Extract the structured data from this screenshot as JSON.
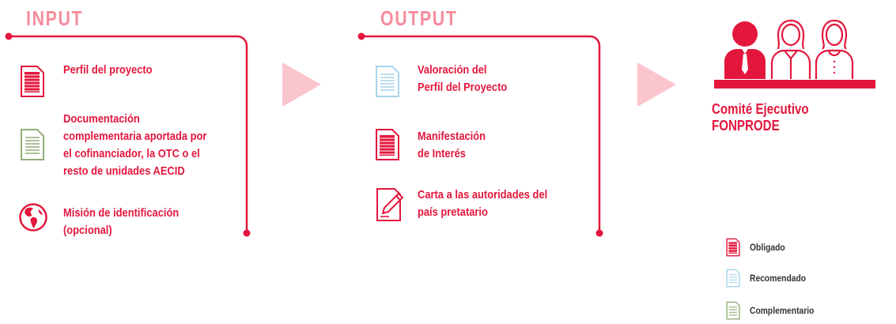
{
  "colors": {
    "accent": "#e3173d",
    "title": "#f58c9c",
    "arrow": "#fbc5ce",
    "recommended": "#a9d4ec",
    "complementary": "#93ad78"
  },
  "input": {
    "title": "INPUT",
    "items": [
      {
        "icon": "document-icon",
        "status": "obligado",
        "lines": [
          "Perfil del proyecto"
        ]
      },
      {
        "icon": "document-icon",
        "status": "complementario",
        "lines": [
          "Documentación",
          "complementaria aportada por",
          "el cofinanciador, la OTC o el",
          "resto de unidades AECID"
        ]
      },
      {
        "icon": "globe-icon",
        "status": "opcional",
        "lines": [
          "Misión de identificación",
          "(opcional)"
        ]
      }
    ]
  },
  "output": {
    "title": "OUTPUT",
    "items": [
      {
        "icon": "document-icon",
        "status": "recomendado",
        "lines": [
          "Valoración del",
          "Perfil del Proyecto"
        ]
      },
      {
        "icon": "document-icon",
        "status": "obligado",
        "lines": [
          "Manifestación",
          "de Interés"
        ]
      },
      {
        "icon": "letter-pen-icon",
        "status": "carta",
        "lines": [
          "Carta a las autoridades del",
          "país pretatario"
        ]
      }
    ]
  },
  "committee": {
    "icon": "committee-people-icon",
    "lines": [
      "Comité Ejecutivo",
      "FONPRODE"
    ]
  },
  "legend": [
    {
      "label": "Obligado",
      "color": "#e3173d"
    },
    {
      "label": "Recomendado",
      "color": "#a9d4ec"
    },
    {
      "label": "Complementario",
      "color": "#93ad78"
    }
  ]
}
